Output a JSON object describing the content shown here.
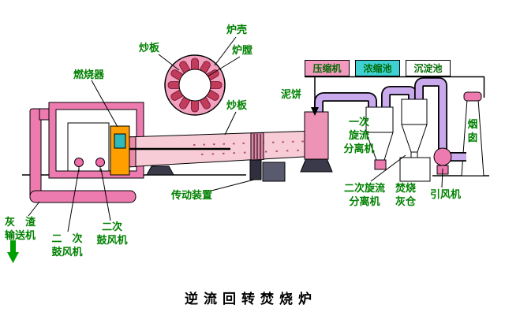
{
  "title": "逆流回转焚烧炉",
  "palette": {
    "pink": "#ee7bb0",
    "light_pink": "#f8ccd6",
    "lavender": "#c9aaec",
    "cyan": "#3fd0d4",
    "orange": "#ffa000",
    "label_green": "#008000",
    "blade_red": "#c13b5a"
  },
  "labels": {
    "furnace_shell": "炉壳",
    "stir_plate_section": "炒板",
    "furnace_chamber": "炉膛",
    "burner": "燃烧器",
    "stir_plate_kiln": "炒板",
    "mud_cake": "泥饼",
    "transmission": "传动装置",
    "ash_conveyor": "灰　渣\n输送机",
    "blower_left": "二　次\n鼓风机",
    "blower_right": "二次\n鼓风机",
    "primary_cyclone": "一次\n旋流\n分离机",
    "secondary_cyclone": "二次旋流\n分离机",
    "ash_bin": "焚烧\n灰仓",
    "induced_fan": "引风机",
    "chimney": "烟\n囱"
  },
  "boxes": {
    "compressor": "压缩机",
    "concentration_pool": "浓缩池",
    "sedimentation_pool": "沉淀池"
  }
}
